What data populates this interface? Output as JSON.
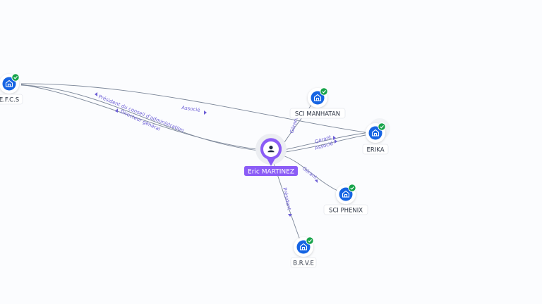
{
  "center": {
    "label": "Eric MARTINEZ",
    "icon": "person-icon",
    "color": "#8b5cf6"
  },
  "companies": [
    {
      "id": "efcs",
      "label": "E.F.C.S",
      "icon": "company-icon",
      "verified": true
    },
    {
      "id": "manhatan",
      "label": "SCI MANHATAN",
      "icon": "company-icon",
      "verified": true
    },
    {
      "id": "erika",
      "label": "ERIKA",
      "icon": "company-icon",
      "verified": true
    },
    {
      "id": "phenix",
      "label": "SCI PHENIX",
      "icon": "company-icon",
      "verified": true
    },
    {
      "id": "brve",
      "label": "B.R.V.E",
      "icon": "company-icon",
      "verified": true
    }
  ],
  "relations": [
    {
      "id": "r1",
      "label": "Président du conseil d'administration",
      "from": "center",
      "to": "efcs"
    },
    {
      "id": "r2",
      "label": "Directeur général",
      "from": "center",
      "to": "efcs"
    },
    {
      "id": "r3",
      "label": "Associé",
      "from": "efcs",
      "to": "erika"
    },
    {
      "id": "r4",
      "label": "Gérant",
      "from": "center",
      "to": "manhatan"
    },
    {
      "id": "r5",
      "label": "Gérant",
      "from": "center",
      "to": "erika"
    },
    {
      "id": "r6",
      "label": "Associé",
      "from": "center",
      "to": "erika"
    },
    {
      "id": "r7",
      "label": "Gérant",
      "from": "center",
      "to": "phenix"
    },
    {
      "id": "r8",
      "label": "Président",
      "from": "center",
      "to": "brve"
    }
  ],
  "colors": {
    "company_icon": "#1664e3",
    "verified_badge": "#16a34a",
    "edge": "#7b8698",
    "edge_label": "#6d5fd6"
  }
}
